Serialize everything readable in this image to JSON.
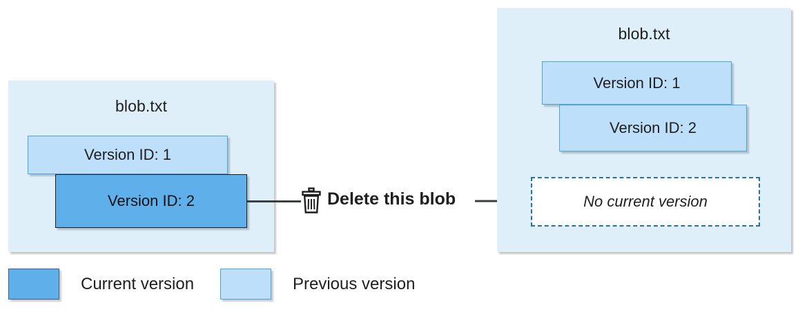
{
  "diagram": {
    "title_left": "blob.txt",
    "title_right": "blob.txt",
    "left_panel": {
      "name": "blob.txt",
      "cards": [
        {
          "label": "Version ID: 1",
          "state": "previous"
        },
        {
          "label": "Version ID: 2",
          "state": "current"
        }
      ]
    },
    "right_panel": {
      "name": "blob.txt",
      "cards": [
        {
          "label": "Version ID: 1",
          "state": "previous"
        },
        {
          "label": "Version ID: 2",
          "state": "previous"
        }
      ],
      "placeholder": "No current version"
    },
    "action": {
      "icon": "trash-icon",
      "label": "Delete this blob"
    },
    "legend": [
      {
        "label": "Current version",
        "swatch": "#5fb0ea"
      },
      {
        "label": "Previous version",
        "swatch": "#bedffa"
      }
    ],
    "colors": {
      "panel_background": "#deeffa",
      "current_version": "#5fb0ea",
      "previous_version": "#bedffa",
      "previous_border": "#4aa3e8",
      "current_border": "#1c1c1c",
      "dashed_border": "#1b72b8",
      "connector": "#3b3f45",
      "text": "#1f1f1f"
    }
  }
}
